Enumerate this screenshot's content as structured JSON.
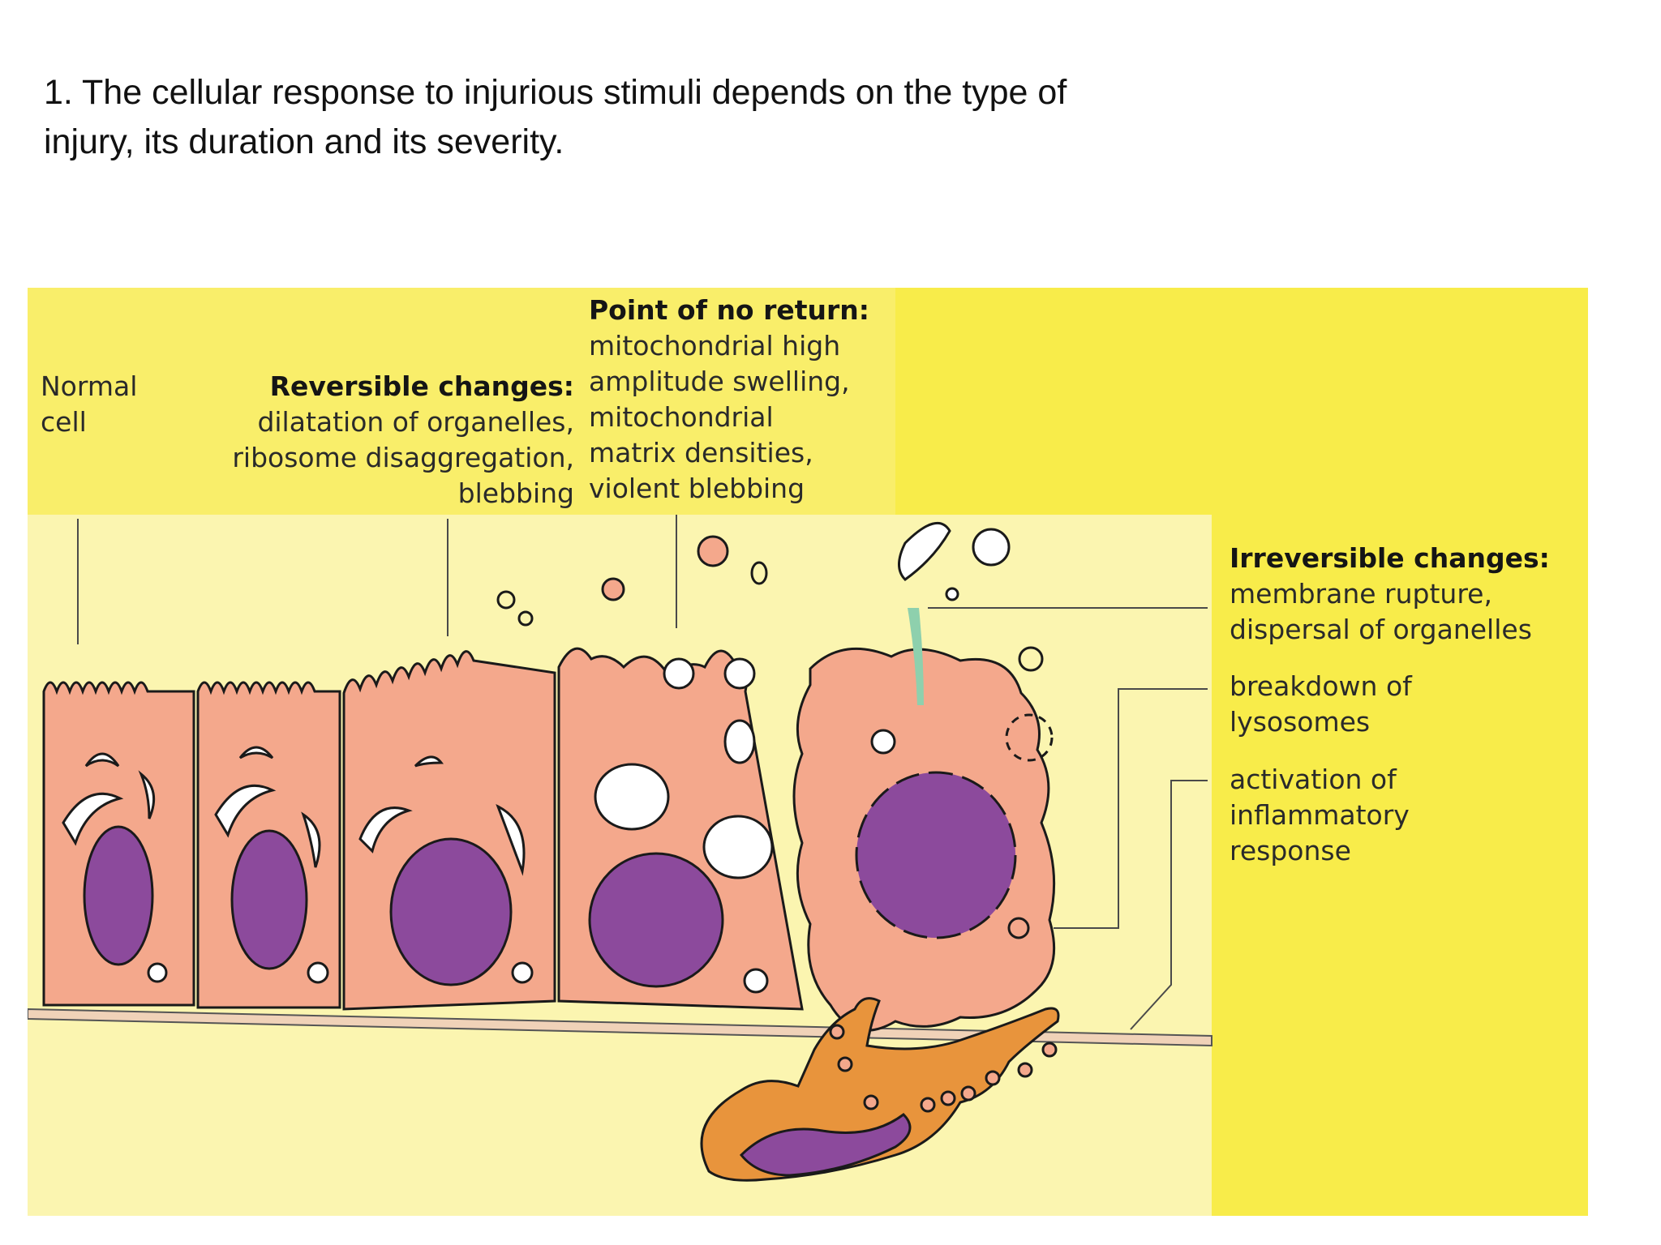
{
  "heading": {
    "line1": "1.  The cellular response to injurious stimuli depends on the type of",
    "line2": "injury, its duration and its severity."
  },
  "figure": {
    "labels": {
      "normal": {
        "line1": "Normal",
        "line2": "cell"
      },
      "reversible": {
        "title": "Reversible changes:",
        "line1": "dilatation of organelles,",
        "line2": "ribosome disaggregation,",
        "line3": "blebbing"
      },
      "point_of_no_return": {
        "title": "Point of no return:",
        "line1": "mitochondrial high",
        "line2": "amplitude swelling,",
        "line3": "mitochondrial",
        "line4": "matrix densities,",
        "line5": "violent blebbing"
      },
      "irreversible": {
        "title": "Irreversible changes:",
        "line1": "membrane rupture,",
        "line2": "dispersal of organelles"
      },
      "lysosomes": {
        "line1": "breakdown of",
        "line2": "lysosomes"
      },
      "inflammatory": {
        "line1": "activation of",
        "line2": "inflammatory",
        "line3": "response"
      }
    },
    "colors": {
      "background_yellow": "#f8ec4a",
      "pale_panel": "#fbf5b0",
      "cell_pink": "#f4a88c",
      "cell_outline": "#1a1a1a",
      "nucleus_purple": "#8c4a9c",
      "macrophage_orange": "#e8943c",
      "basement_membrane": "#f0d2b8"
    }
  }
}
